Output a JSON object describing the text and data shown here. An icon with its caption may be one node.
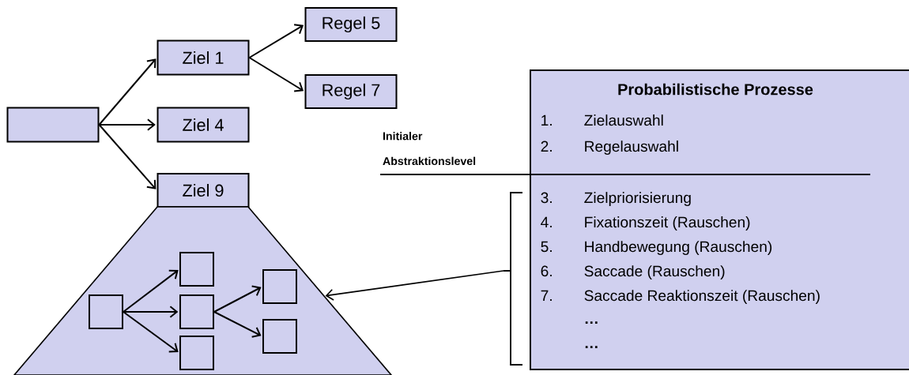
{
  "diagram": {
    "nodes": [
      {
        "text": [],
        "shape": "box"
      },
      {
        "text": [
          "Ziel 1"
        ]
      },
      {
        "text": [
          "Regel 5"
        ]
      },
      {
        "text": [
          "Regel 7"
        ]
      },
      {
        "text": [
          "Ziel 4"
        ]
      },
      {
        "text": [
          "Ziel 9"
        ]
      },
      {
        "text": [],
        "shape": "trapezoid"
      },
      {
        "text": [],
        "shape": "box",
        "in": 6
      },
      {
        "text": [],
        "shape": "box",
        "in": 6
      },
      {
        "text": [],
        "shape": "box",
        "in": 6
      },
      {
        "text": [],
        "shape": "box",
        "in": 6
      },
      {
        "text": [],
        "shape": "box",
        "in": 6
      },
      {
        "text": [],
        "shape": "box",
        "in": 6
      },
      {
        "text": [
          "Probabilistische Prozesse",
          "1.",
          "Zielauswahl",
          "2.",
          "Regelauswahl",
          "3.",
          "Zielpriorisierung",
          "4.",
          "Fixationszeit (Rauschen)",
          "5.",
          "Handbewegung (Rauschen)",
          "6.",
          "Saccade (Rauschen)",
          "7.",
          "Saccade Reaktionszeit (Rauschen)",
          "…",
          "…"
        ]
      }
    ],
    "edges": [
      {
        "from": 0,
        "to": 1,
        "arrow": "to"
      },
      {
        "from": 0,
        "to": 4,
        "arrow": "to"
      },
      {
        "from": 0,
        "to": 5,
        "arrow": "to"
      },
      {
        "from": 1,
        "to": 2,
        "arrow": "to"
      },
      {
        "from": 1,
        "to": 3,
        "arrow": "to"
      },
      {
        "from": 7,
        "to": 8,
        "arrow": "to"
      },
      {
        "from": 7,
        "to": 9,
        "arrow": "to"
      },
      {
        "from": 7,
        "to": 10,
        "arrow": "to"
      },
      {
        "from": 9,
        "to": 11,
        "arrow": "to"
      },
      {
        "from": 9,
        "to": 12,
        "arrow": "to"
      },
      {
        "from": 13,
        "to": 6,
        "arrow": "to"
      }
    ],
    "labels": [
      "Initialer Abstraktionslevel"
    ]
  }
}
